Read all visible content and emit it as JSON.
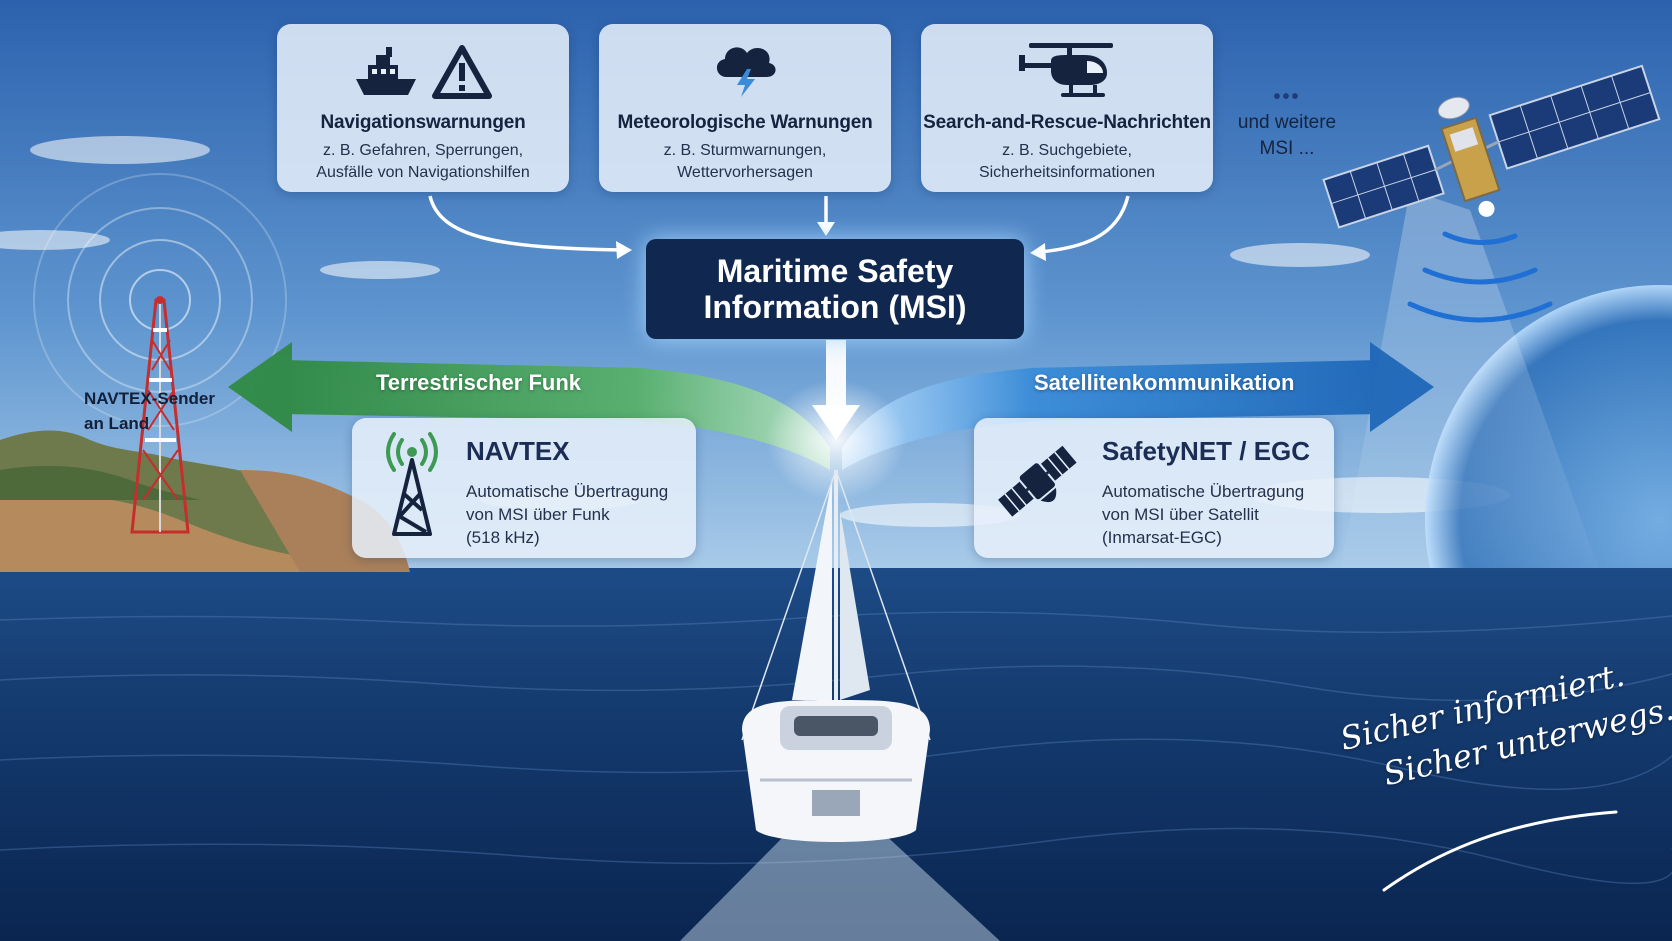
{
  "colors": {
    "sky_top": "#2d66b0",
    "sea": "#0f2f5e",
    "msi_box": "#102750",
    "terrestrial_green": "#3e9a52",
    "satellite_blue": "#2478c8",
    "text_dark": "#15233f"
  },
  "sources": [
    {
      "title": "Navigationswarnungen",
      "desc_line1": "z. B. Gefahren, Sperrungen,",
      "desc_line2": "Ausfälle von Navigationshilfen",
      "icons": [
        "ship-icon",
        "warning-triangle-icon"
      ]
    },
    {
      "title": "Meteorologische Warnungen",
      "desc_line1": "z. B. Sturmwarnungen,",
      "desc_line2": "Wettervorhersagen",
      "icons": [
        "storm-cloud-icon"
      ]
    },
    {
      "title": "Search-and-Rescue-Nachrichten",
      "desc_line1": "z. B. Suchgebiete,",
      "desc_line2": "Sicherheitsinformationen",
      "icons": [
        "helicopter-icon"
      ]
    }
  ],
  "more": {
    "dots": "•••",
    "line1": "und weitere",
    "line2": "MSI ..."
  },
  "msi": {
    "line1": "Maritime Safety",
    "line2": "Information (MSI)"
  },
  "paths": {
    "terrestrial": "Terrestrischer Funk",
    "satellite": "Satellitenkommunikation"
  },
  "channels": {
    "navtex": {
      "title": "NAVTEX",
      "line1": "Automatische Übertragung",
      "line2": "von MSI über Funk",
      "line3": "(518 kHz)",
      "icon": "radio-tower-icon"
    },
    "safetynet": {
      "title": "SafetyNET / EGC",
      "line1": "Automatische Übertragung",
      "line2": "von MSI über Satellit",
      "line3": "(Inmarsat-EGC)",
      "icon": "satellite-icon"
    }
  },
  "tower_label": {
    "line1": "NAVTEX-Sender",
    "line2": "an Land"
  },
  "slogan": {
    "line1": "Sicher informiert.",
    "line2": "Sicher unterwegs."
  }
}
